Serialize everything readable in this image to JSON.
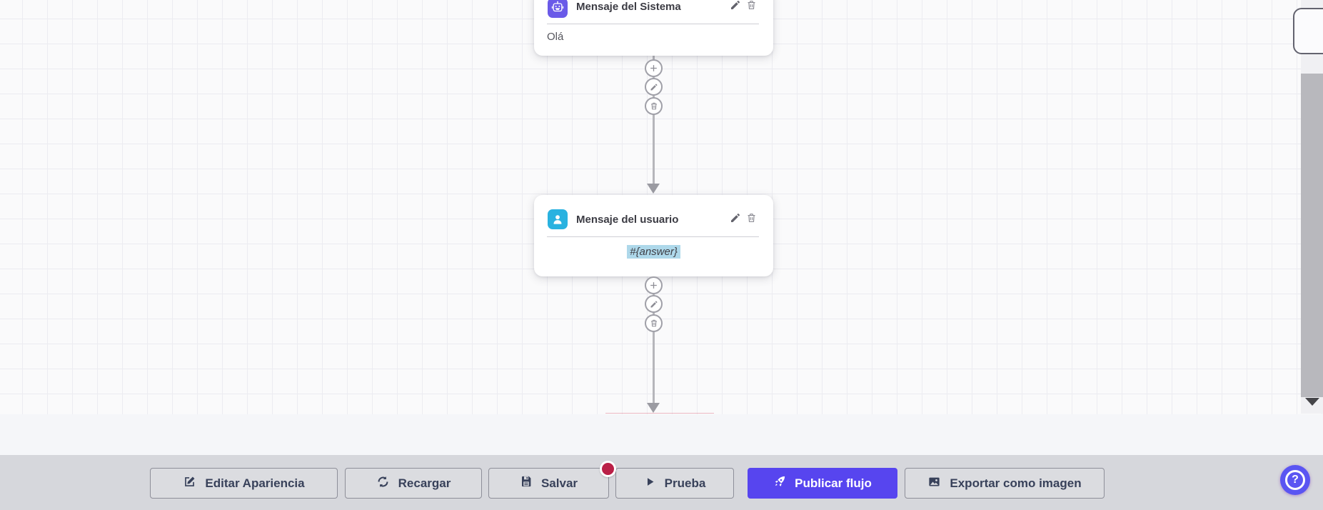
{
  "canvas": {
    "nodes": [
      {
        "title": "Mensaje del Sistema",
        "body": "Olá",
        "icon": "robot-icon",
        "icon_color": "#6a5ae8"
      },
      {
        "title": "Mensaje del usuario",
        "body": "#{answer}",
        "body_highlighted": true,
        "highlight_color": "#aed8ea",
        "icon": "user-icon",
        "icon_color": "#29b2e0"
      }
    ],
    "connector_actions": [
      "add",
      "edit",
      "delete"
    ]
  },
  "toolbar": {
    "buttons": [
      {
        "label": "Editar Apariencia",
        "icon": "edit-appearance-icon"
      },
      {
        "label": "Recargar",
        "icon": "reload-icon"
      },
      {
        "label": "Salvar",
        "icon": "save-icon",
        "badge": "unsaved-indicator"
      },
      {
        "label": "Prueba",
        "icon": "play-icon"
      },
      {
        "label": "Publicar flujo",
        "icon": "rocket-icon",
        "style": "primary"
      },
      {
        "label": "Exportar como imagen",
        "icon": "image-icon"
      }
    ],
    "badge_color": "#ba2047",
    "primary_color": "#5745ef"
  },
  "help_button": {
    "label": "?",
    "color": "#5a55f2"
  }
}
